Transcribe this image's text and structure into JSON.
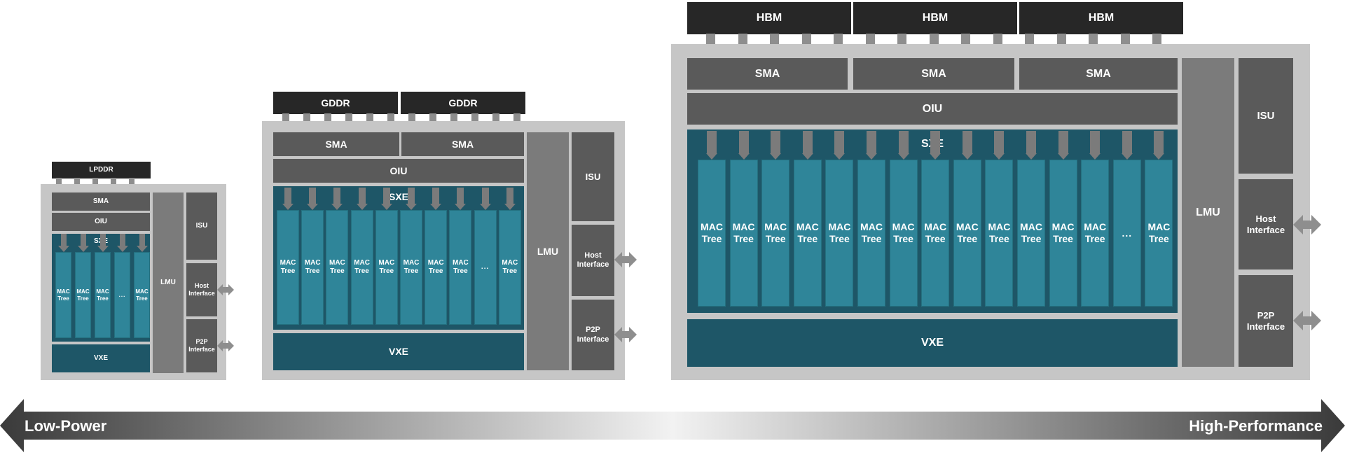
{
  "small": {
    "memory": [
      "LPDDR"
    ],
    "sma": [
      "SMA"
    ],
    "oiu": "OIU",
    "sxe": "SXE",
    "mac_cols": [
      "MAC\nTree",
      "MAC\nTree",
      "MAC\nTree",
      "...",
      "MAC\nTree"
    ],
    "vxe": "VXE",
    "lmu": "LMU",
    "isu": "ISU",
    "host": "Host\nInterface",
    "p2p": "P2P\nInterface"
  },
  "medium": {
    "memory": [
      "GDDR",
      "GDDR"
    ],
    "sma": [
      "SMA",
      "SMA"
    ],
    "oiu": "OIU",
    "sxe": "SXE",
    "mac_cols": [
      "MAC\nTree",
      "MAC\nTree",
      "MAC\nTree",
      "MAC\nTree",
      "MAC\nTree",
      "MAC\nTree",
      "MAC\nTree",
      "MAC\nTree",
      "...",
      "MAC\nTree"
    ],
    "vxe": "VXE",
    "lmu": "LMU",
    "isu": "ISU",
    "host": "Host\nInterface",
    "p2p": "P2P\nInterface"
  },
  "large": {
    "memory": [
      "HBM",
      "HBM",
      "HBM"
    ],
    "sma": [
      "SMA",
      "SMA",
      "SMA"
    ],
    "oiu": "OIU",
    "sxe": "SXE",
    "mac_cols": [
      "MAC\nTree",
      "MAC\nTree",
      "MAC\nTree",
      "MAC\nTree",
      "MAC\nTree",
      "MAC\nTree",
      "MAC\nTree",
      "MAC\nTree",
      "MAC\nTree",
      "MAC\nTree",
      "MAC\nTree",
      "MAC\nTree",
      "MAC\nTree",
      "...",
      "MAC\nTree"
    ],
    "vxe": "VXE",
    "lmu": "LMU",
    "isu": "ISU",
    "host": "Host\nInterface",
    "p2p": "P2P\nInterface"
  },
  "scale": {
    "left_label": "Low-Power",
    "right_label": "High-Performance"
  }
}
